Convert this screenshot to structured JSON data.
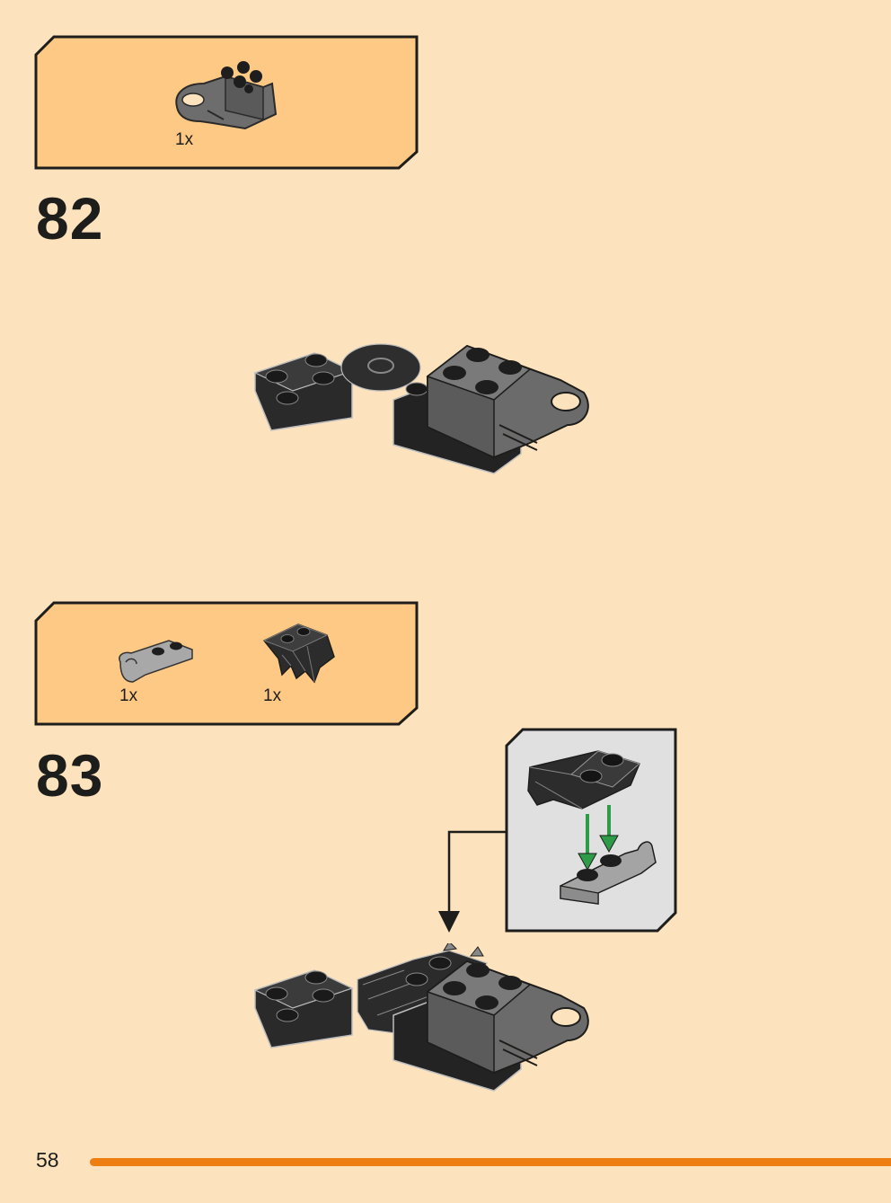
{
  "steps": [
    {
      "number": "82",
      "parts": [
        {
          "qty": "1x",
          "icon": "dark-grey-brick-with-ball-socket-icon"
        }
      ],
      "model_icon": "step-82-assembly-icon"
    },
    {
      "number": "83",
      "parts": [
        {
          "qty": "1x",
          "icon": "light-grey-plate-with-clip-icon"
        },
        {
          "qty": "1x",
          "icon": "black-claw-plate-icon"
        }
      ],
      "callout_icon": "sub-assembly-callout-icon",
      "model_icon": "step-83-assembly-icon"
    }
  ],
  "footer": {
    "page_number": "58"
  },
  "colors": {
    "page_background": "#fde3bd",
    "parts_box": "#fec984",
    "footer_bar": "#ee7d12",
    "callout_background": "#e0e0e0",
    "arrow_green": "#2e9b48"
  }
}
